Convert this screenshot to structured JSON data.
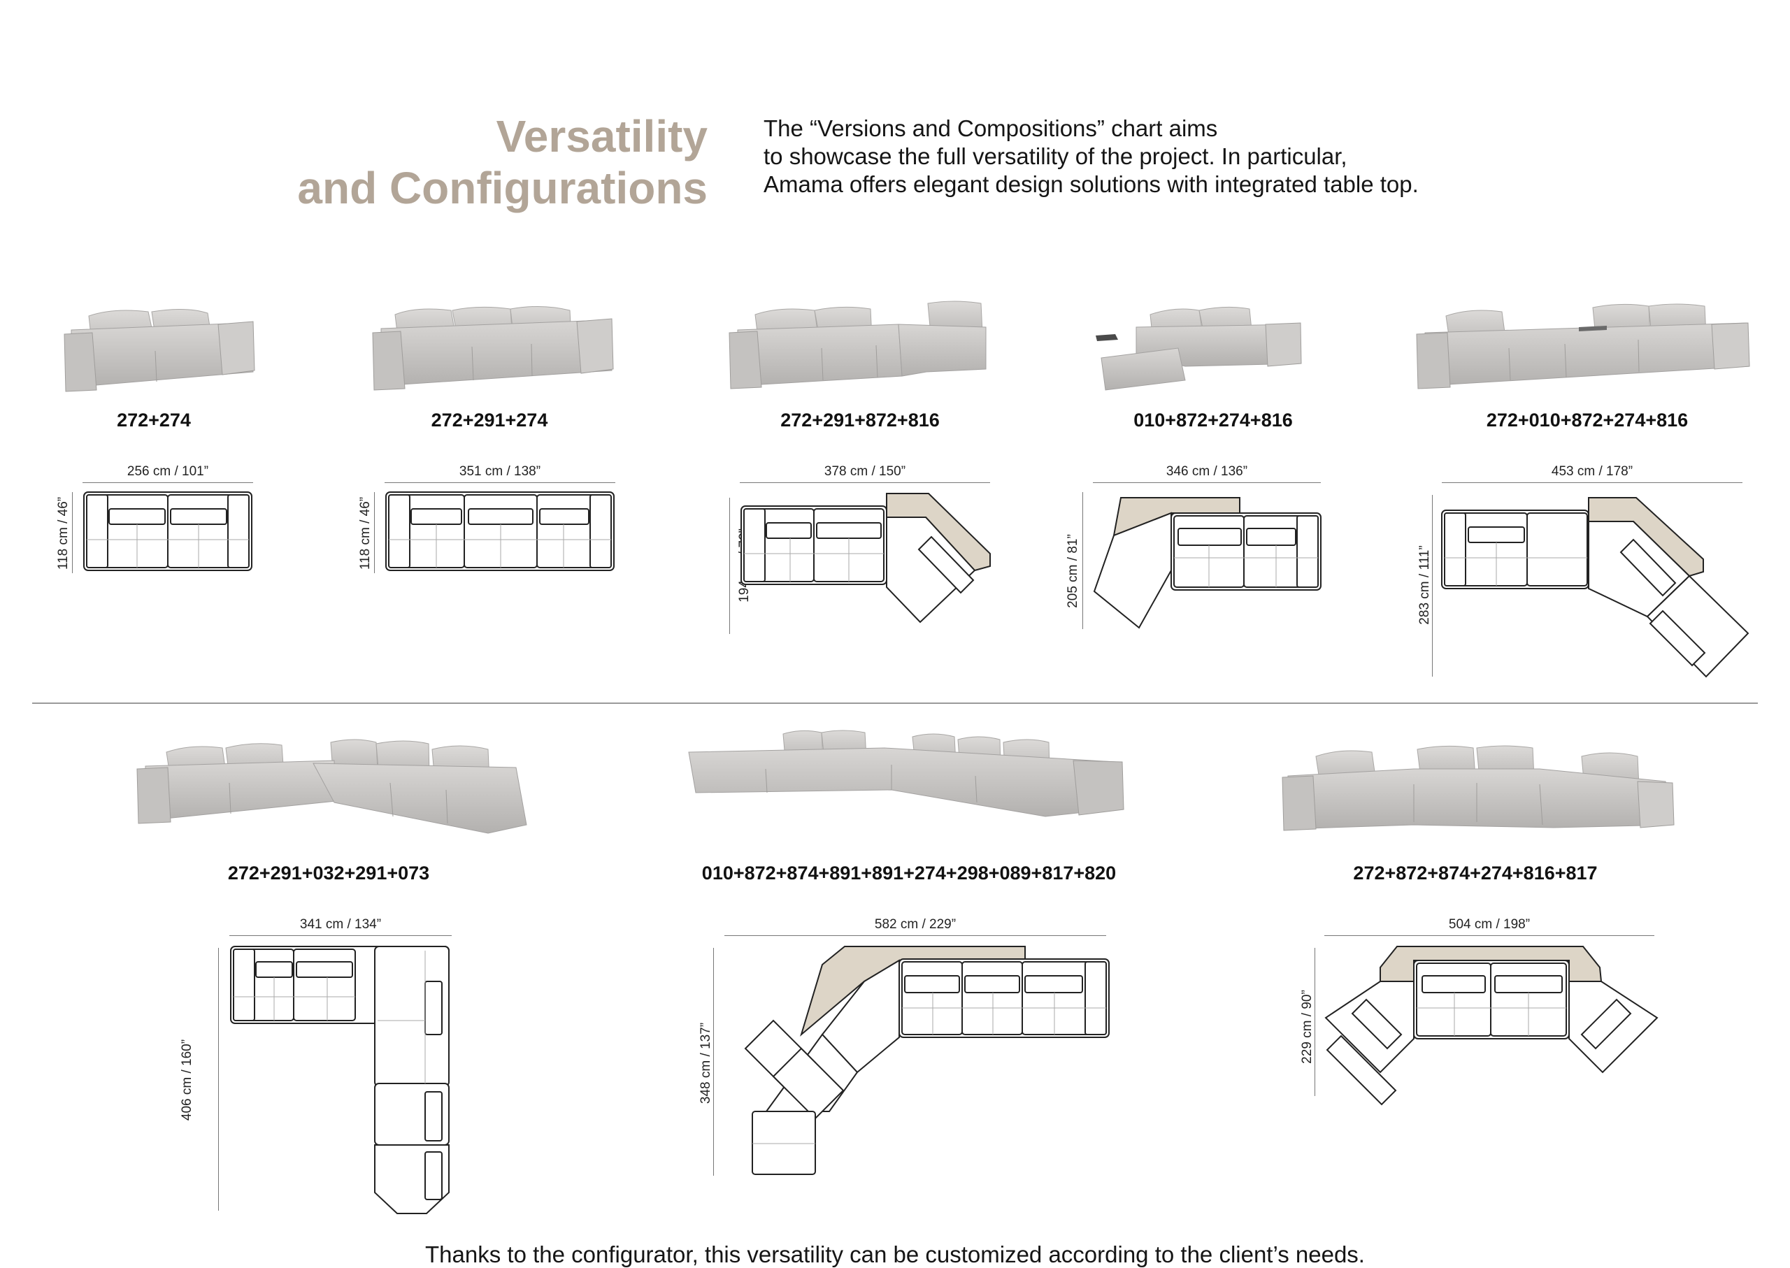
{
  "heading": {
    "line1": "Versatility",
    "line2": "and Configurations"
  },
  "intro": {
    "line1": "The “Versions and Compositions” chart aims",
    "line2": "to showcase the full versatility of the project. In particular,",
    "line3": "Amama offers elegant design solutions with integrated table top."
  },
  "configurations": [
    {
      "code": "272+274",
      "width": "256 cm  / 101”",
      "depth": "118 cm / 46”"
    },
    {
      "code": "272+291+274",
      "width": "351 cm  / 138”",
      "depth": "118 cm / 46”"
    },
    {
      "code": "272+291+872+816",
      "width": "378 cm  / 150”",
      "depth": "194 cm / 76”"
    },
    {
      "code": "010+872+274+816",
      "width": "346 cm  / 136”",
      "depth": "205 cm / 81”"
    },
    {
      "code": "272+010+872+274+816",
      "width": "453 cm  / 178”",
      "depth": "283 cm / 111”"
    },
    {
      "code": "272+291+032+291+073",
      "width": "341 cm  / 134”",
      "depth": "406 cm / 160”"
    },
    {
      "code": "010+872+874+891+891+274+298+089+817+820",
      "width": "582 cm  / 229”",
      "depth": "348 cm / 137”"
    },
    {
      "code": "272+872+874+274+816+817",
      "width": "504 cm  / 198”",
      "depth": "229 cm / 90”"
    }
  ],
  "footer": "Thanks to the configurator, this versatility can be customized according to the client’s needs.",
  "colors": {
    "heading": "#b2a597",
    "table_top": "#ddd5c7",
    "sofa_fabric": "#c9c7c5"
  }
}
